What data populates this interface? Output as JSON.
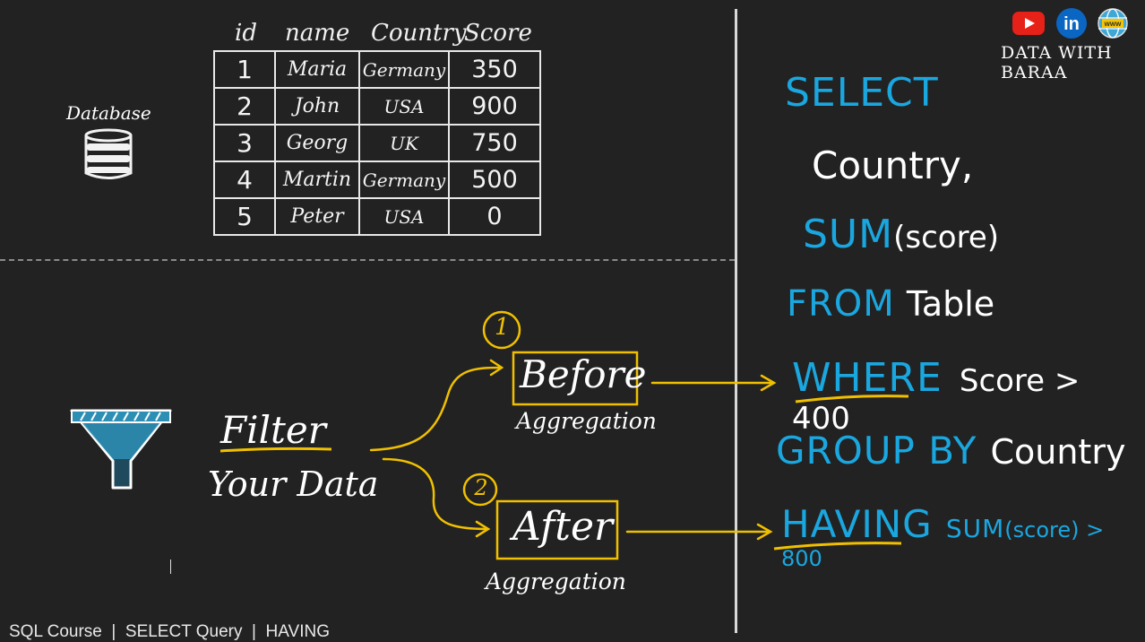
{
  "database": {
    "label": "Database",
    "headers": [
      "id",
      "name",
      "Country",
      "Score"
    ],
    "rows": [
      [
        "1",
        "Maria",
        "Germany",
        "350"
      ],
      [
        "2",
        "John",
        "USA",
        "900"
      ],
      [
        "3",
        "Georg",
        "UK",
        "750"
      ],
      [
        "4",
        "Martin",
        "Germany",
        "500"
      ],
      [
        "5",
        "Peter",
        "USA",
        "0"
      ]
    ]
  },
  "filter": {
    "line1": "Filter",
    "line2": "Your Data",
    "step1_number": "1",
    "step1_title": "Before",
    "step1_sub": "Aggregation",
    "step2_number": "2",
    "step2_title": "After",
    "step2_sub": "Aggregation"
  },
  "sql": {
    "select": "SELECT",
    "col1": "Country,",
    "sum_fn": "SUM",
    "sum_arg": "(score)",
    "from": "FROM",
    "table": "Table",
    "where": "WHERE",
    "where_cond": "Score > 400",
    "group_by": "GROUP BY",
    "group_col": "Country",
    "having": "HAVING",
    "having_fn": "SUM",
    "having_cond": "(score) > 800"
  },
  "branding": {
    "text": "DATA WITH BARAA",
    "youtube_icon": "youtube-icon",
    "linkedin_icon": "linkedin-icon",
    "web_icon": "www-globe-icon",
    "linkedin_glyph": "in",
    "web_glyph": "www"
  },
  "footer": "SQL Course  |  SELECT Query  |  HAVING",
  "colors": {
    "background": "#222222",
    "keyword_blue": "#1aa7e0",
    "accent_yellow": "#f0c000",
    "funnel_blue": "#2e8fb5"
  }
}
